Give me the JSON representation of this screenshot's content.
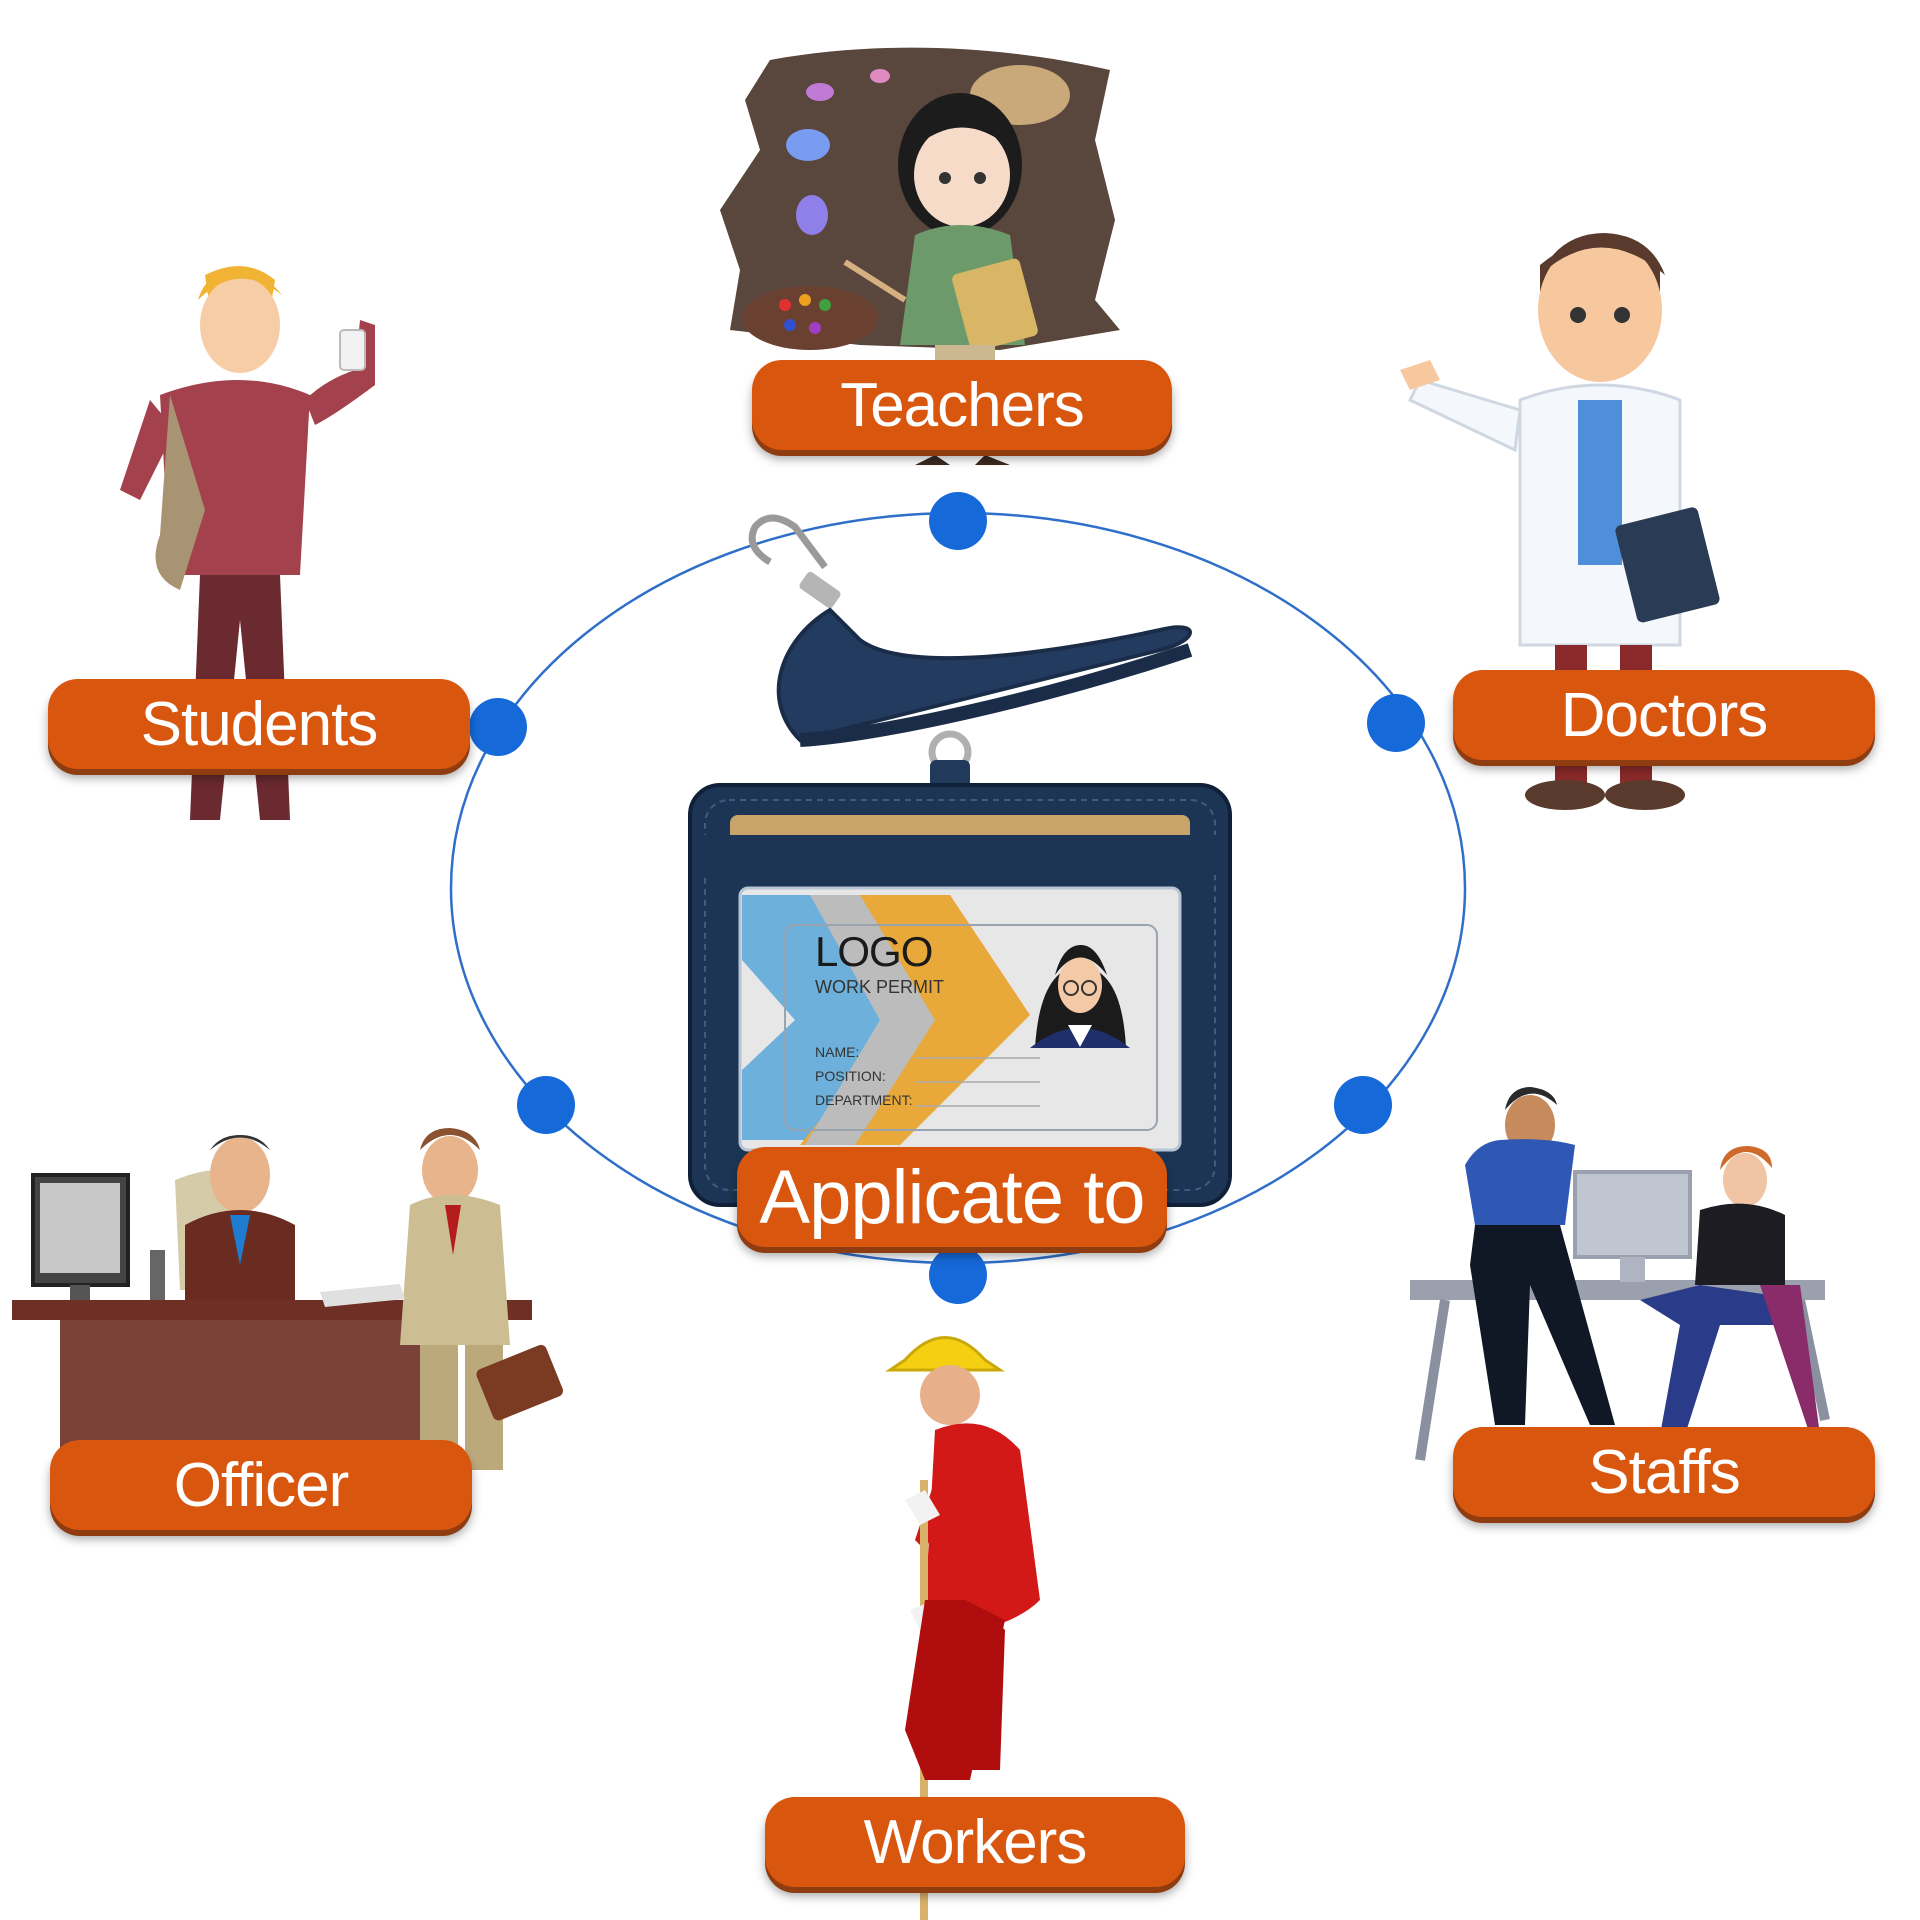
{
  "center": {
    "title": "Applicate to"
  },
  "id_card": {
    "logo": "LOGO",
    "subtitle": "WORK PERMIT",
    "fields": [
      "NAME:",
      "POSITION:",
      "DEPARTMENT:"
    ]
  },
  "categories": [
    {
      "id": "teachers",
      "label": "Teachers"
    },
    {
      "id": "students",
      "label": "Students"
    },
    {
      "id": "doctors",
      "label": "Doctors"
    },
    {
      "id": "officer",
      "label": "Officer"
    },
    {
      "id": "staffs",
      "label": "Staffs"
    },
    {
      "id": "workers",
      "label": "Workers"
    }
  ],
  "colors": {
    "pill": "#d9560f",
    "ring": "#1f6fd6",
    "dot": "#1669d9",
    "holder": "#1d3554"
  }
}
